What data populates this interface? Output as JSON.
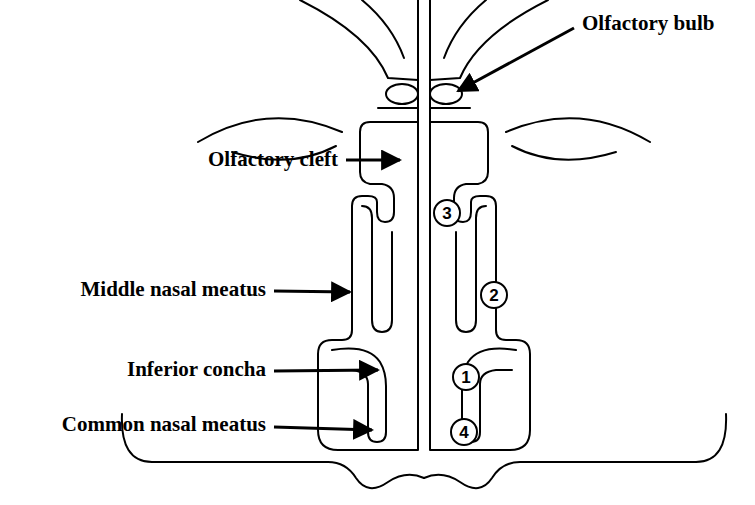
{
  "diagram": {
    "nodes": [
      {
        "text": [
          "3"
        ]
      },
      {
        "text": [
          "2"
        ]
      },
      {
        "text": [
          "1"
        ]
      },
      {
        "text": [
          "4"
        ]
      }
    ],
    "labels": [
      "Olfactory bulb",
      "Olfactory cleft",
      "Middle nasal meatus",
      "Inferior concha",
      "Common nasal meatus"
    ]
  }
}
